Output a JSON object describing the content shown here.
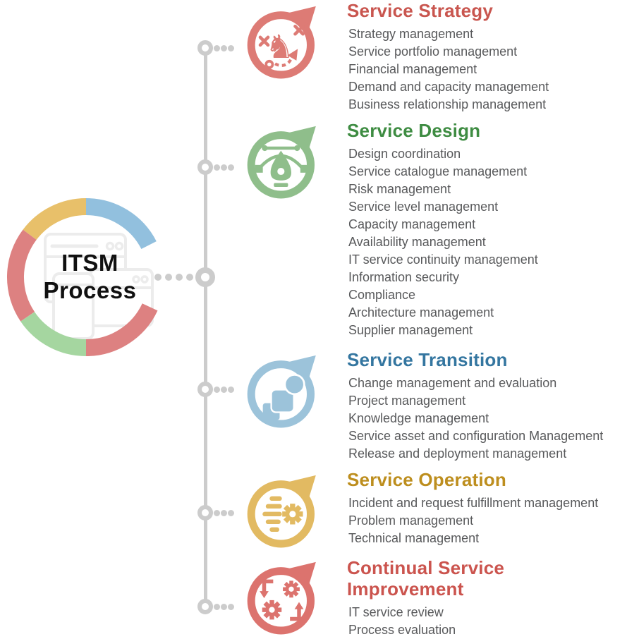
{
  "center": {
    "label_line1": "ITSM",
    "label_line2": "Process",
    "ring_colors": {
      "gold": "#e8c06a",
      "blue": "#92c0de",
      "red": "#dd8181",
      "green": "#a5d6a0"
    },
    "timeline_color": "#cccccc"
  },
  "sections": [
    {
      "title": "Service Strategy",
      "color": "#c9564f",
      "ring_color": "#dd7b75",
      "icon": "chess-knight-strategy-icon",
      "items": [
        "Strategy management",
        "Service portfolio management",
        "Financial management",
        "Demand and capacity management",
        "Business relationship management"
      ]
    },
    {
      "title": "Service Design",
      "color": "#3e8c42",
      "ring_color": "#8fbe8b",
      "icon": "pen-tool-design-icon",
      "items": [
        "Design coordination",
        "Service catalogue management",
        "Risk management",
        "Service level management",
        "Capacity management",
        "Availability management",
        "IT service continuity management",
        "Information security",
        "Compliance",
        "Architecture management",
        "Supplier management"
      ]
    },
    {
      "title": "Service Transition",
      "color": "#3476a0",
      "ring_color": "#9cc3da",
      "icon": "shapes-transition-icon",
      "items": [
        "Change management and evaluation",
        "Project management",
        "Knowledge management",
        "Service asset and configuration Management",
        "Release and deployment management"
      ]
    },
    {
      "title": "Service Operation",
      "color": "#bd8e1e",
      "ring_color": "#e2ba62",
      "icon": "gear-speed-operation-icon",
      "items": [
        "Incident and request fulfillment management",
        "Problem management",
        "Technical management"
      ]
    },
    {
      "title": "Continual Service Improvement",
      "color": "#cb544e",
      "ring_color": "#dc736e",
      "icon": "gears-cycle-improvement-icon",
      "items": [
        "IT service review",
        "Process evaluation"
      ]
    }
  ]
}
